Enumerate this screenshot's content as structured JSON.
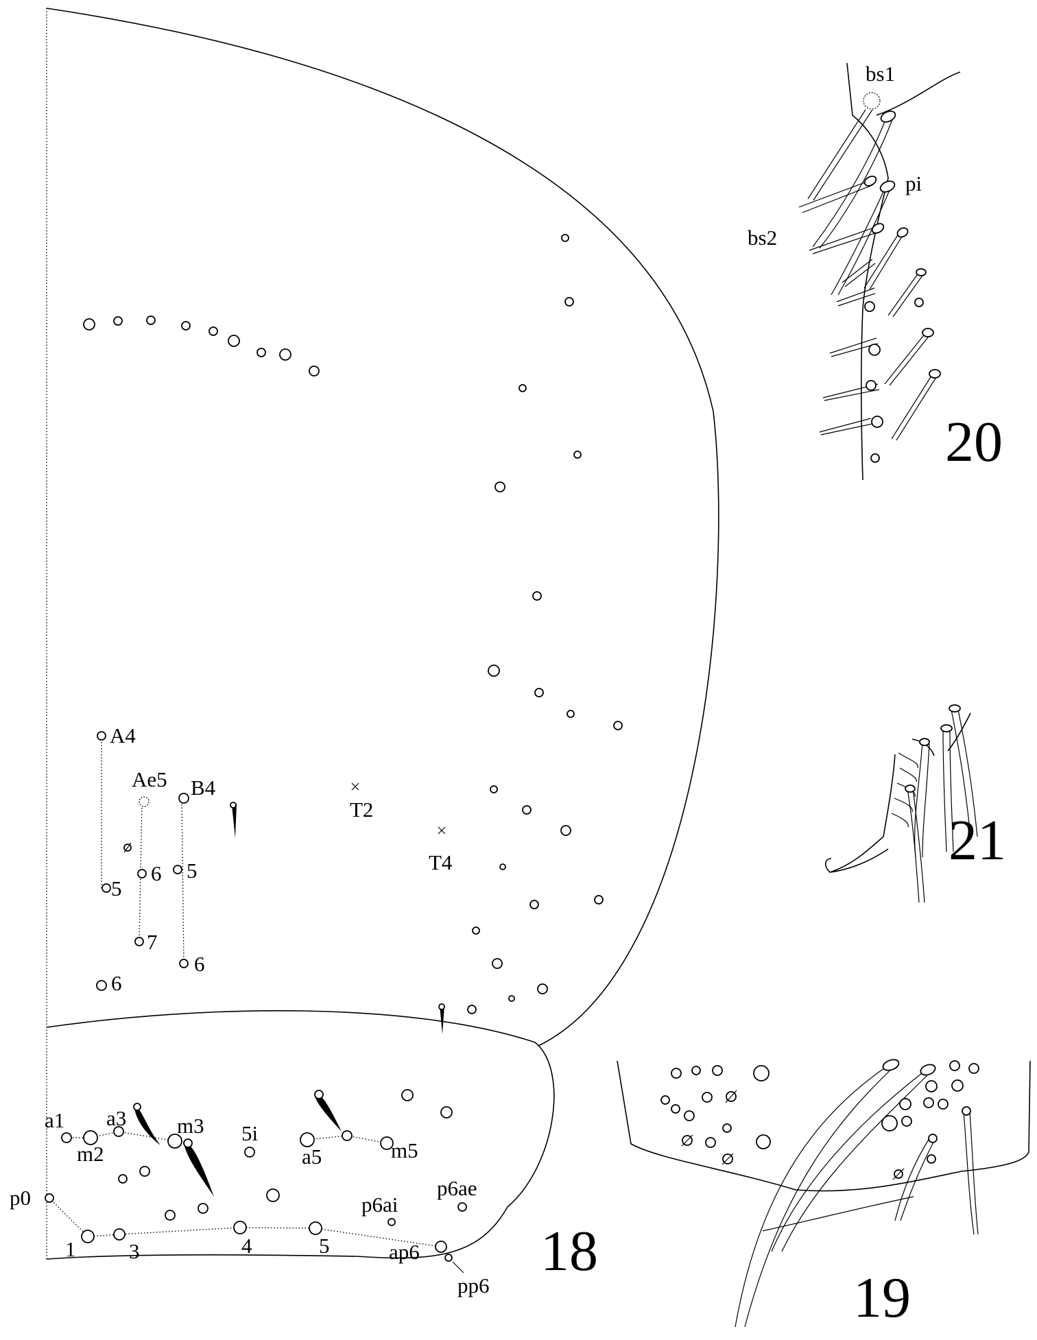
{
  "figure_numbers": {
    "fig18": "18",
    "fig19": "19",
    "fig20": "20",
    "fig21": "21"
  },
  "fig18": {
    "head_labels": {
      "A4": "A4",
      "Ae5": "Ae5",
      "B4": "B4",
      "A5": "5",
      "A6": "6",
      "Ae6": "6",
      "Ae7": "7",
      "B5": "5",
      "B6": "6",
      "T2": "T2",
      "T4": "T4"
    },
    "thorax_labels": {
      "a1": "a1",
      "a3": "a3",
      "m2": "m2",
      "m3": "m3",
      "i5": "5i",
      "a5": "a5",
      "m5": "m5",
      "p0": "p0",
      "p1": "1",
      "p3": "3",
      "p4": "4",
      "p5": "5",
      "p6ai": "p6ai",
      "p6ae": "p6ae",
      "ap6": "ap6",
      "pp6": "pp6"
    }
  },
  "fig20": {
    "labels": {
      "bs1": "bs1",
      "bs2": "bs2",
      "pi": "pi"
    }
  }
}
